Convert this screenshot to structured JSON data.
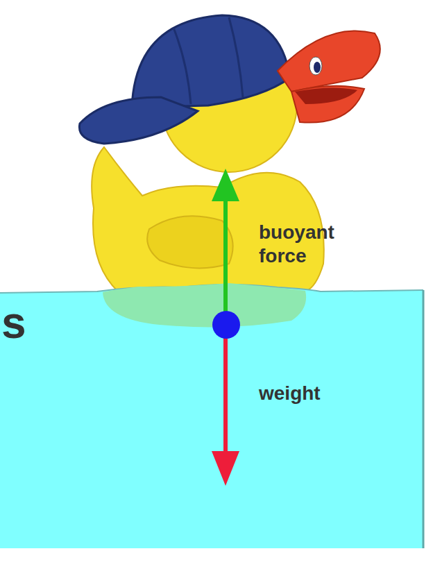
{
  "diagram": {
    "labels": [
      "buoyant force",
      "weight",
      "s"
    ]
  }
}
